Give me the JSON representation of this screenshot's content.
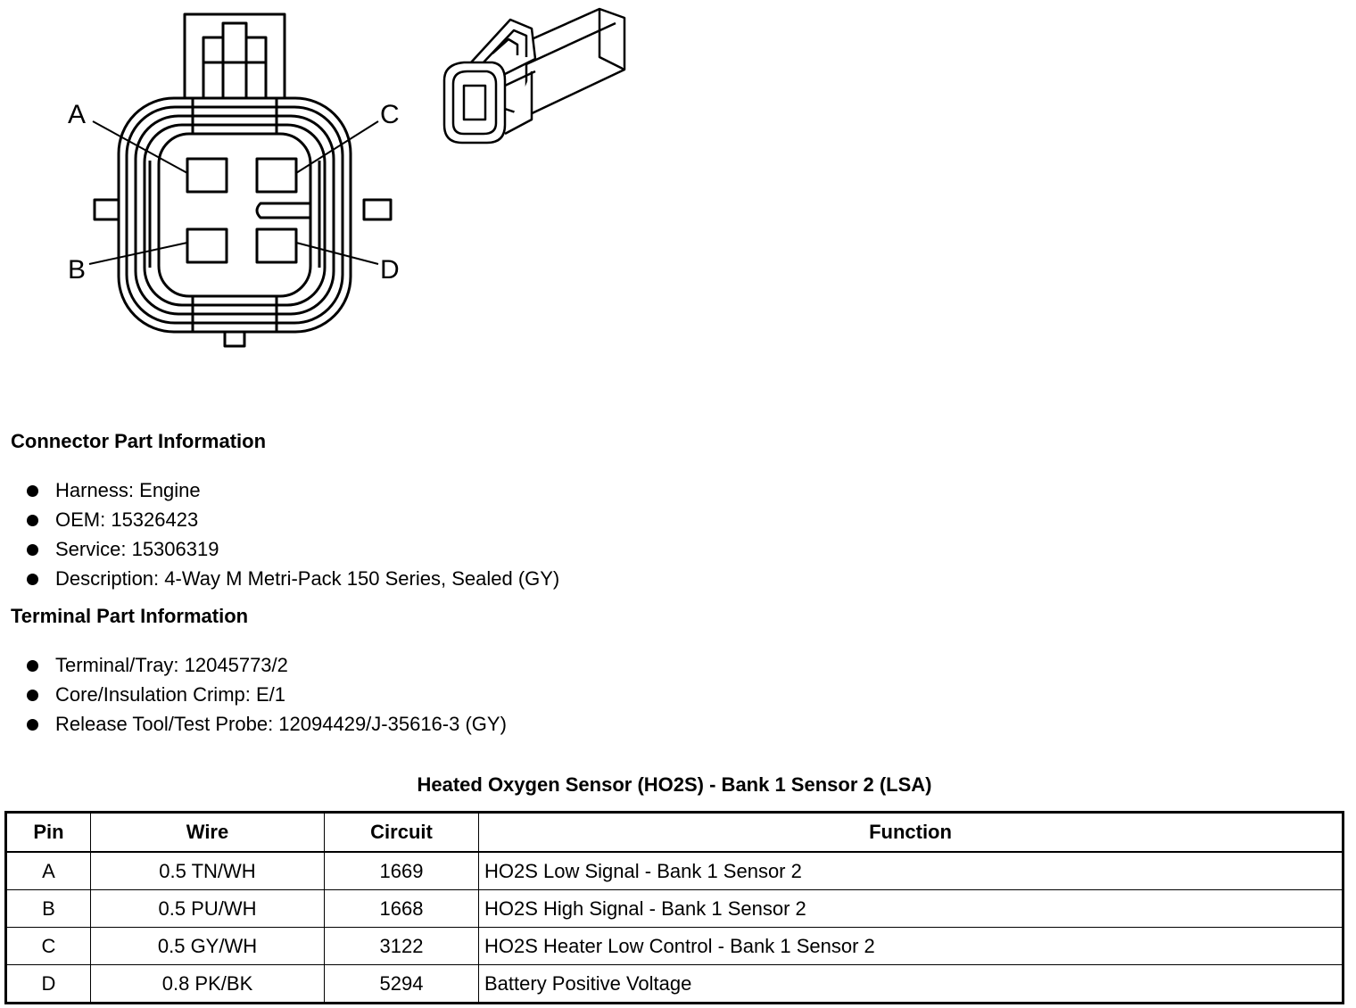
{
  "diagram": {
    "pin_labels": [
      "A",
      "B",
      "C",
      "D"
    ]
  },
  "connector_section": {
    "heading": "Connector Part Information",
    "items": [
      "Harness: Engine",
      "OEM: 15326423",
      "Service: 15306319",
      "Description: 4-Way M Metri-Pack 150 Series, Sealed (GY)"
    ]
  },
  "terminal_section": {
    "heading": "Terminal Part Information",
    "items": [
      "Terminal/Tray: 12045773/2",
      "Core/Insulation Crimp: E/1",
      "Release Tool/Test Probe: 12094429/J-35616-3 (GY)"
    ]
  },
  "table": {
    "title": "Heated Oxygen Sensor (HO2S) - Bank 1 Sensor 2 (LSA)",
    "headers": [
      "Pin",
      "Wire",
      "Circuit",
      "Function"
    ],
    "rows": [
      [
        "A",
        "0.5 TN/WH",
        "1669",
        "HO2S Low Signal - Bank 1 Sensor 2"
      ],
      [
        "B",
        "0.5 PU/WH",
        "1668",
        "HO2S High Signal - Bank 1 Sensor 2"
      ],
      [
        "C",
        "0.5 GY/WH",
        "3122",
        "HO2S Heater Low Control - Bank 1 Sensor 2"
      ],
      [
        "D",
        "0.8 PK/BK",
        "5294",
        "Battery Positive Voltage"
      ]
    ]
  }
}
